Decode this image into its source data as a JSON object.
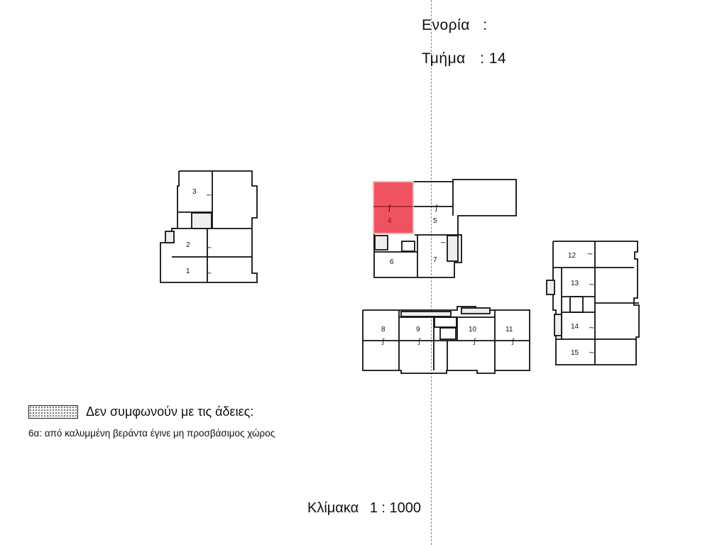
{
  "header": {
    "parish_label": "Ενορία",
    "parish_value": ":",
    "section_label": "Τμήμα",
    "section_value": ": 14"
  },
  "plan": {
    "highlight_color": "#ee3b4a",
    "units": [
      {
        "id": "1",
        "label": "1"
      },
      {
        "id": "2",
        "label": "2"
      },
      {
        "id": "3",
        "label": "3"
      },
      {
        "id": "4",
        "label": "4",
        "highlighted": true
      },
      {
        "id": "5",
        "label": "5"
      },
      {
        "id": "6",
        "label": "6"
      },
      {
        "id": "7",
        "label": "7"
      },
      {
        "id": "8",
        "label": "8"
      },
      {
        "id": "9",
        "label": "9"
      },
      {
        "id": "10",
        "label": "10"
      },
      {
        "id": "11",
        "label": "11"
      },
      {
        "id": "12",
        "label": "12"
      },
      {
        "id": "13",
        "label": "13"
      },
      {
        "id": "14",
        "label": "14"
      },
      {
        "id": "15",
        "label": "15"
      }
    ]
  },
  "legend": {
    "swatch": "dotted-hatch-pattern",
    "title": "Δεν συμφωνούν με τις άδειες:",
    "note": "6α: από καλυμμένη βεράντα έγινε μη προσβάσιμος χώρος"
  },
  "scale": {
    "label": "Κλίμακα",
    "value": "1 : 1000"
  }
}
